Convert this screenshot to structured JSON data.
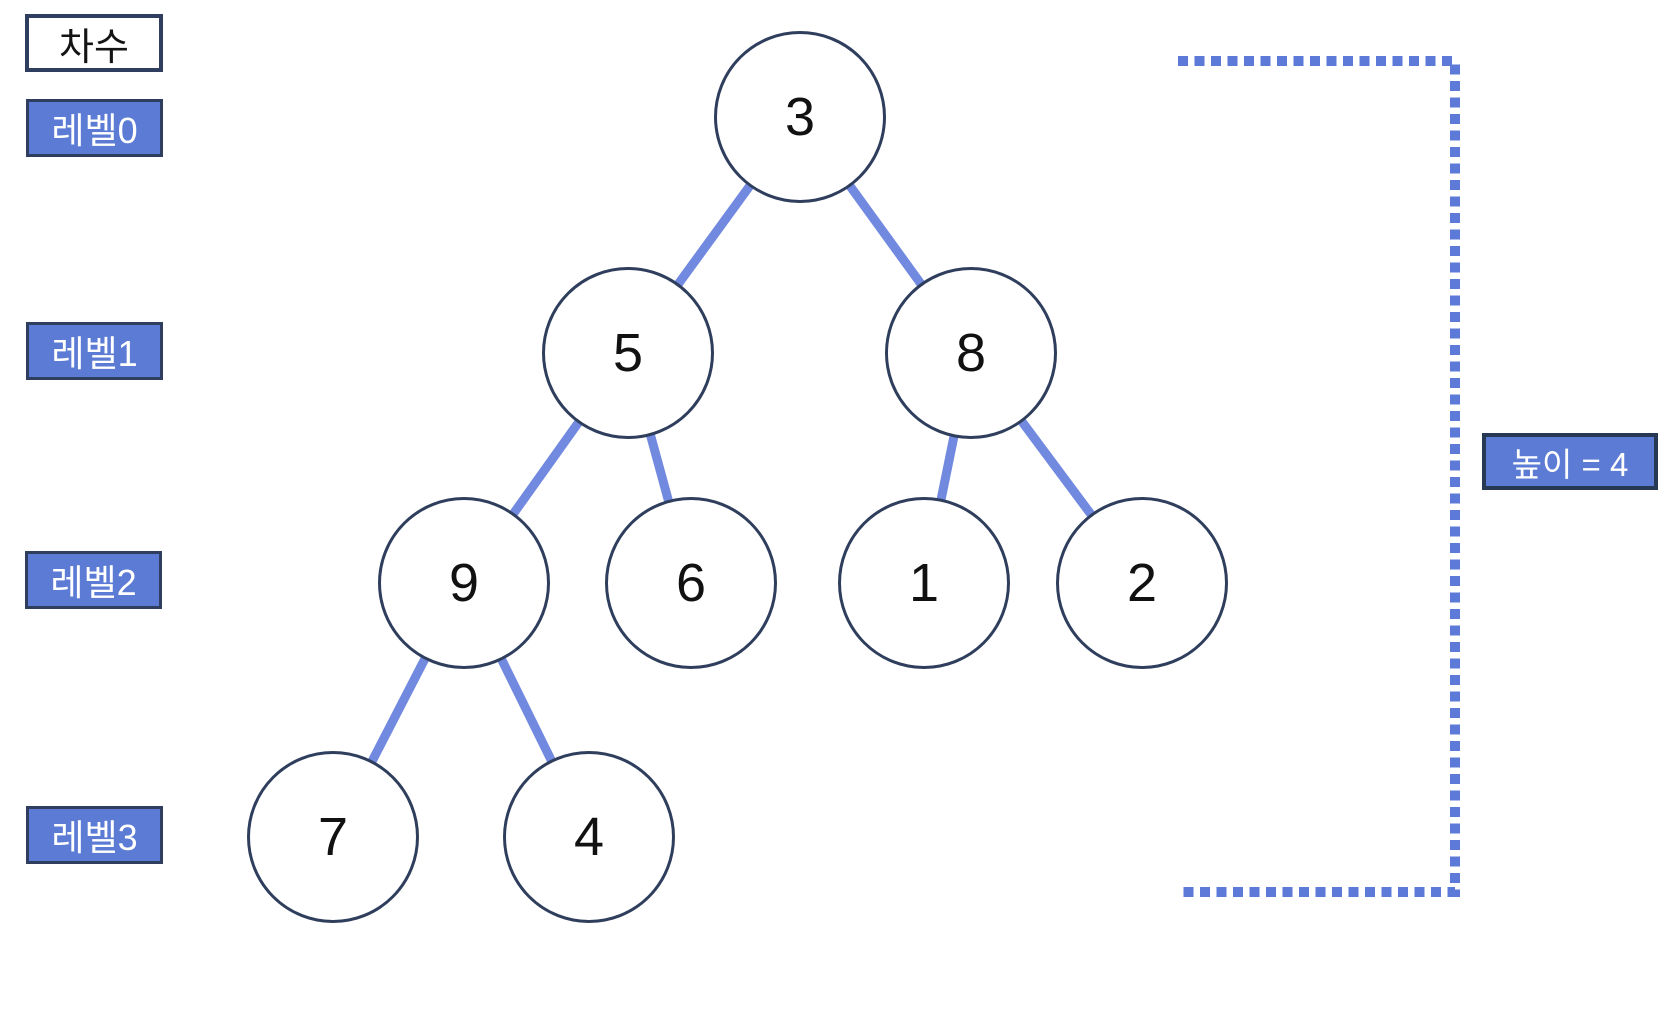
{
  "title_box": {
    "label": "차수"
  },
  "level_labels": [
    {
      "label": "레벨0"
    },
    {
      "label": "레벨1"
    },
    {
      "label": "레벨2"
    },
    {
      "label": "레벨3"
    }
  ],
  "height_badge": {
    "label": "높이 = 4",
    "value": 4
  },
  "tree": {
    "type": "binary-tree",
    "nodes": [
      {
        "value": "3",
        "level": 0
      },
      {
        "value": "5",
        "level": 1
      },
      {
        "value": "8",
        "level": 1
      },
      {
        "value": "9",
        "level": 2
      },
      {
        "value": "6",
        "level": 2
      },
      {
        "value": "1",
        "level": 2
      },
      {
        "value": "2",
        "level": 2
      },
      {
        "value": "7",
        "level": 3
      },
      {
        "value": "4",
        "level": 3
      }
    ],
    "edges": [
      [
        "3",
        "5"
      ],
      [
        "3",
        "8"
      ],
      [
        "5",
        "9"
      ],
      [
        "5",
        "6"
      ],
      [
        "8",
        "1"
      ],
      [
        "8",
        "2"
      ],
      [
        "9",
        "7"
      ],
      [
        "9",
        "4"
      ]
    ],
    "height": 4,
    "levels_shown": [
      0,
      1,
      2,
      3
    ]
  },
  "colors": {
    "label_fill": "#5b7bd5",
    "label_border": "#2f3e5e",
    "node_border": "#2e3e5c",
    "edge": "#7289e0",
    "bracket": "#5e7ad8"
  }
}
